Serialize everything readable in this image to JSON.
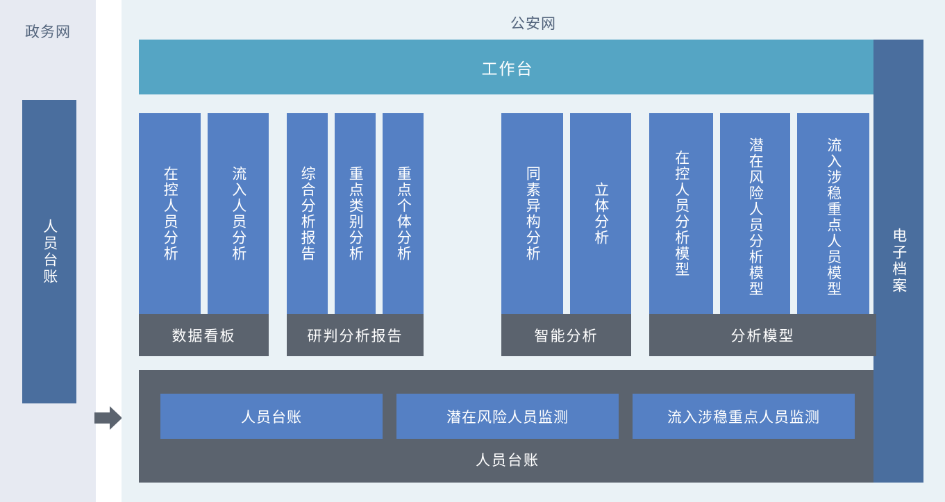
{
  "left_zone": {
    "title": "政务网",
    "block_label": "人员台账"
  },
  "flow_arrow": {
    "icon": "arrow-right-icon",
    "color": "#5b636e"
  },
  "main_zone": {
    "title": "公安网",
    "workbench": {
      "label": "工作台",
      "color": "#55a5c4"
    },
    "groups": [
      {
        "label": "数据看板",
        "columns": [
          "在控人员分析",
          "流入人员分析"
        ]
      },
      {
        "label": "研判分析报告",
        "columns": [
          "综合分析报告",
          "重点类别分析",
          "重点个体分析"
        ]
      },
      {
        "label": "智能分析",
        "columns": [
          "同素异构分析",
          "立体分析"
        ]
      },
      {
        "label": "分析模型",
        "columns": [
          "在控人员分析模型",
          "潜在风险人员分析模型",
          "流入涉稳重点人员模型"
        ]
      }
    ],
    "ledger": {
      "title": "人员台账",
      "cards": [
        "人员台账",
        "潜在风险人员监测",
        "流入涉稳重点人员监测"
      ]
    }
  },
  "right_block": {
    "label": "电子档案"
  },
  "colors": {
    "panel_left_bg": "#e7eaf2",
    "panel_main_bg": "#eaf2f6",
    "block_dark_blue": "#4a6e9e",
    "column_blue": "#5580c4",
    "label_gray": "#5b636e",
    "workbench_teal": "#55a5c4",
    "title_text": "#54657d"
  }
}
